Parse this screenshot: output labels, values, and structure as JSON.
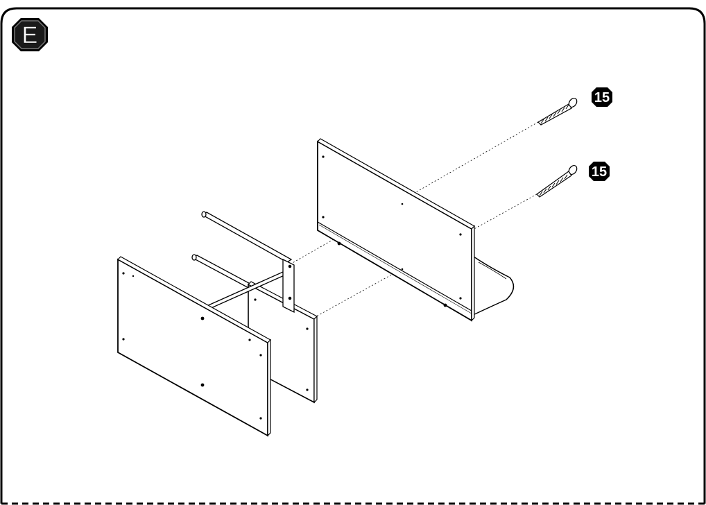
{
  "step": {
    "letter": "E"
  },
  "parts": [
    {
      "callout": "15"
    },
    {
      "callout": "15"
    }
  ]
}
